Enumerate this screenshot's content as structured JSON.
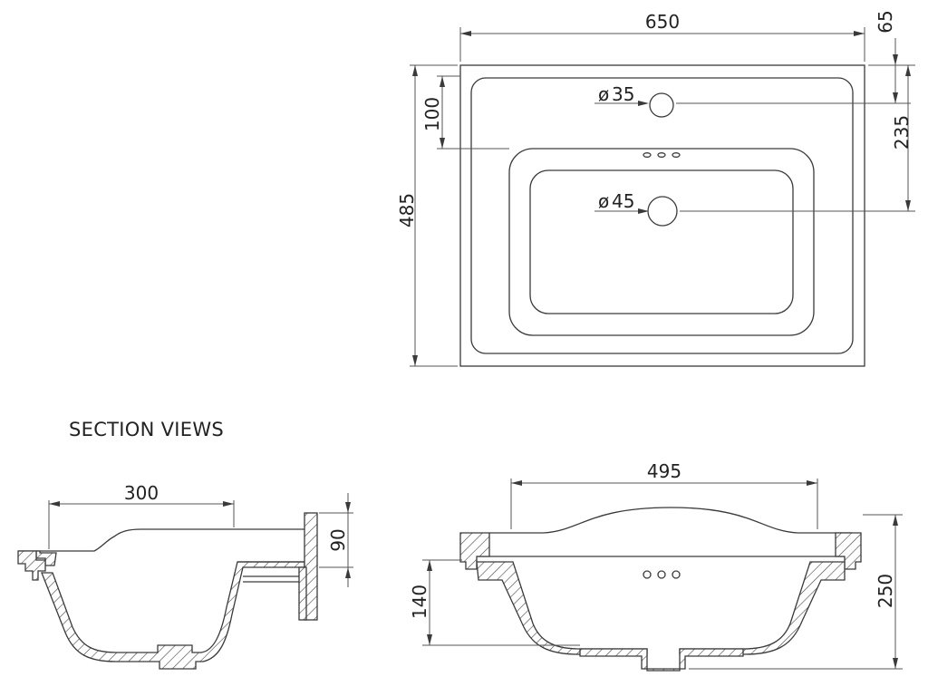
{
  "labels": {
    "section_title": "SECTION VIEWS"
  },
  "plan_view": {
    "width": "650",
    "edge_offset": "65",
    "tap_to_edge": "100",
    "depth": "485",
    "waste_from_edge": "235",
    "tap_hole": "35",
    "waste_hole": "45"
  },
  "side_section": {
    "basin_length": "300",
    "rim_height": "90"
  },
  "front_section": {
    "basin_width": "495",
    "bowl_depth": "140",
    "total_height": "250"
  },
  "symbols": {
    "diameter": "ø"
  },
  "colors": {
    "line": "#3a3a3a",
    "text": "#222222",
    "background": "#ffffff"
  }
}
